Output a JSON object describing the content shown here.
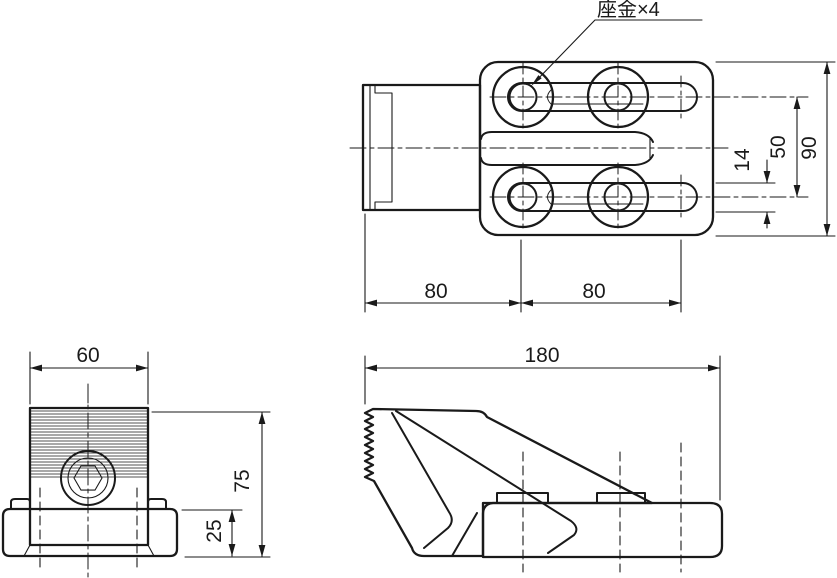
{
  "colors": {
    "part": "#b1a4d3",
    "line": "#1a1a1a",
    "hole": "#ffffff",
    "background": "#ffffff"
  },
  "callout": {
    "washer_label": "座金×4"
  },
  "dimensions": {
    "top_view": {
      "pitch_left": "80",
      "pitch_right": "80",
      "slot_width": "14",
      "row_spacing": "50",
      "body_width": "90"
    },
    "front_view": {
      "block_width": "60",
      "total_height": "75",
      "base_height": "25"
    },
    "side_view": {
      "total_length": "180"
    }
  }
}
